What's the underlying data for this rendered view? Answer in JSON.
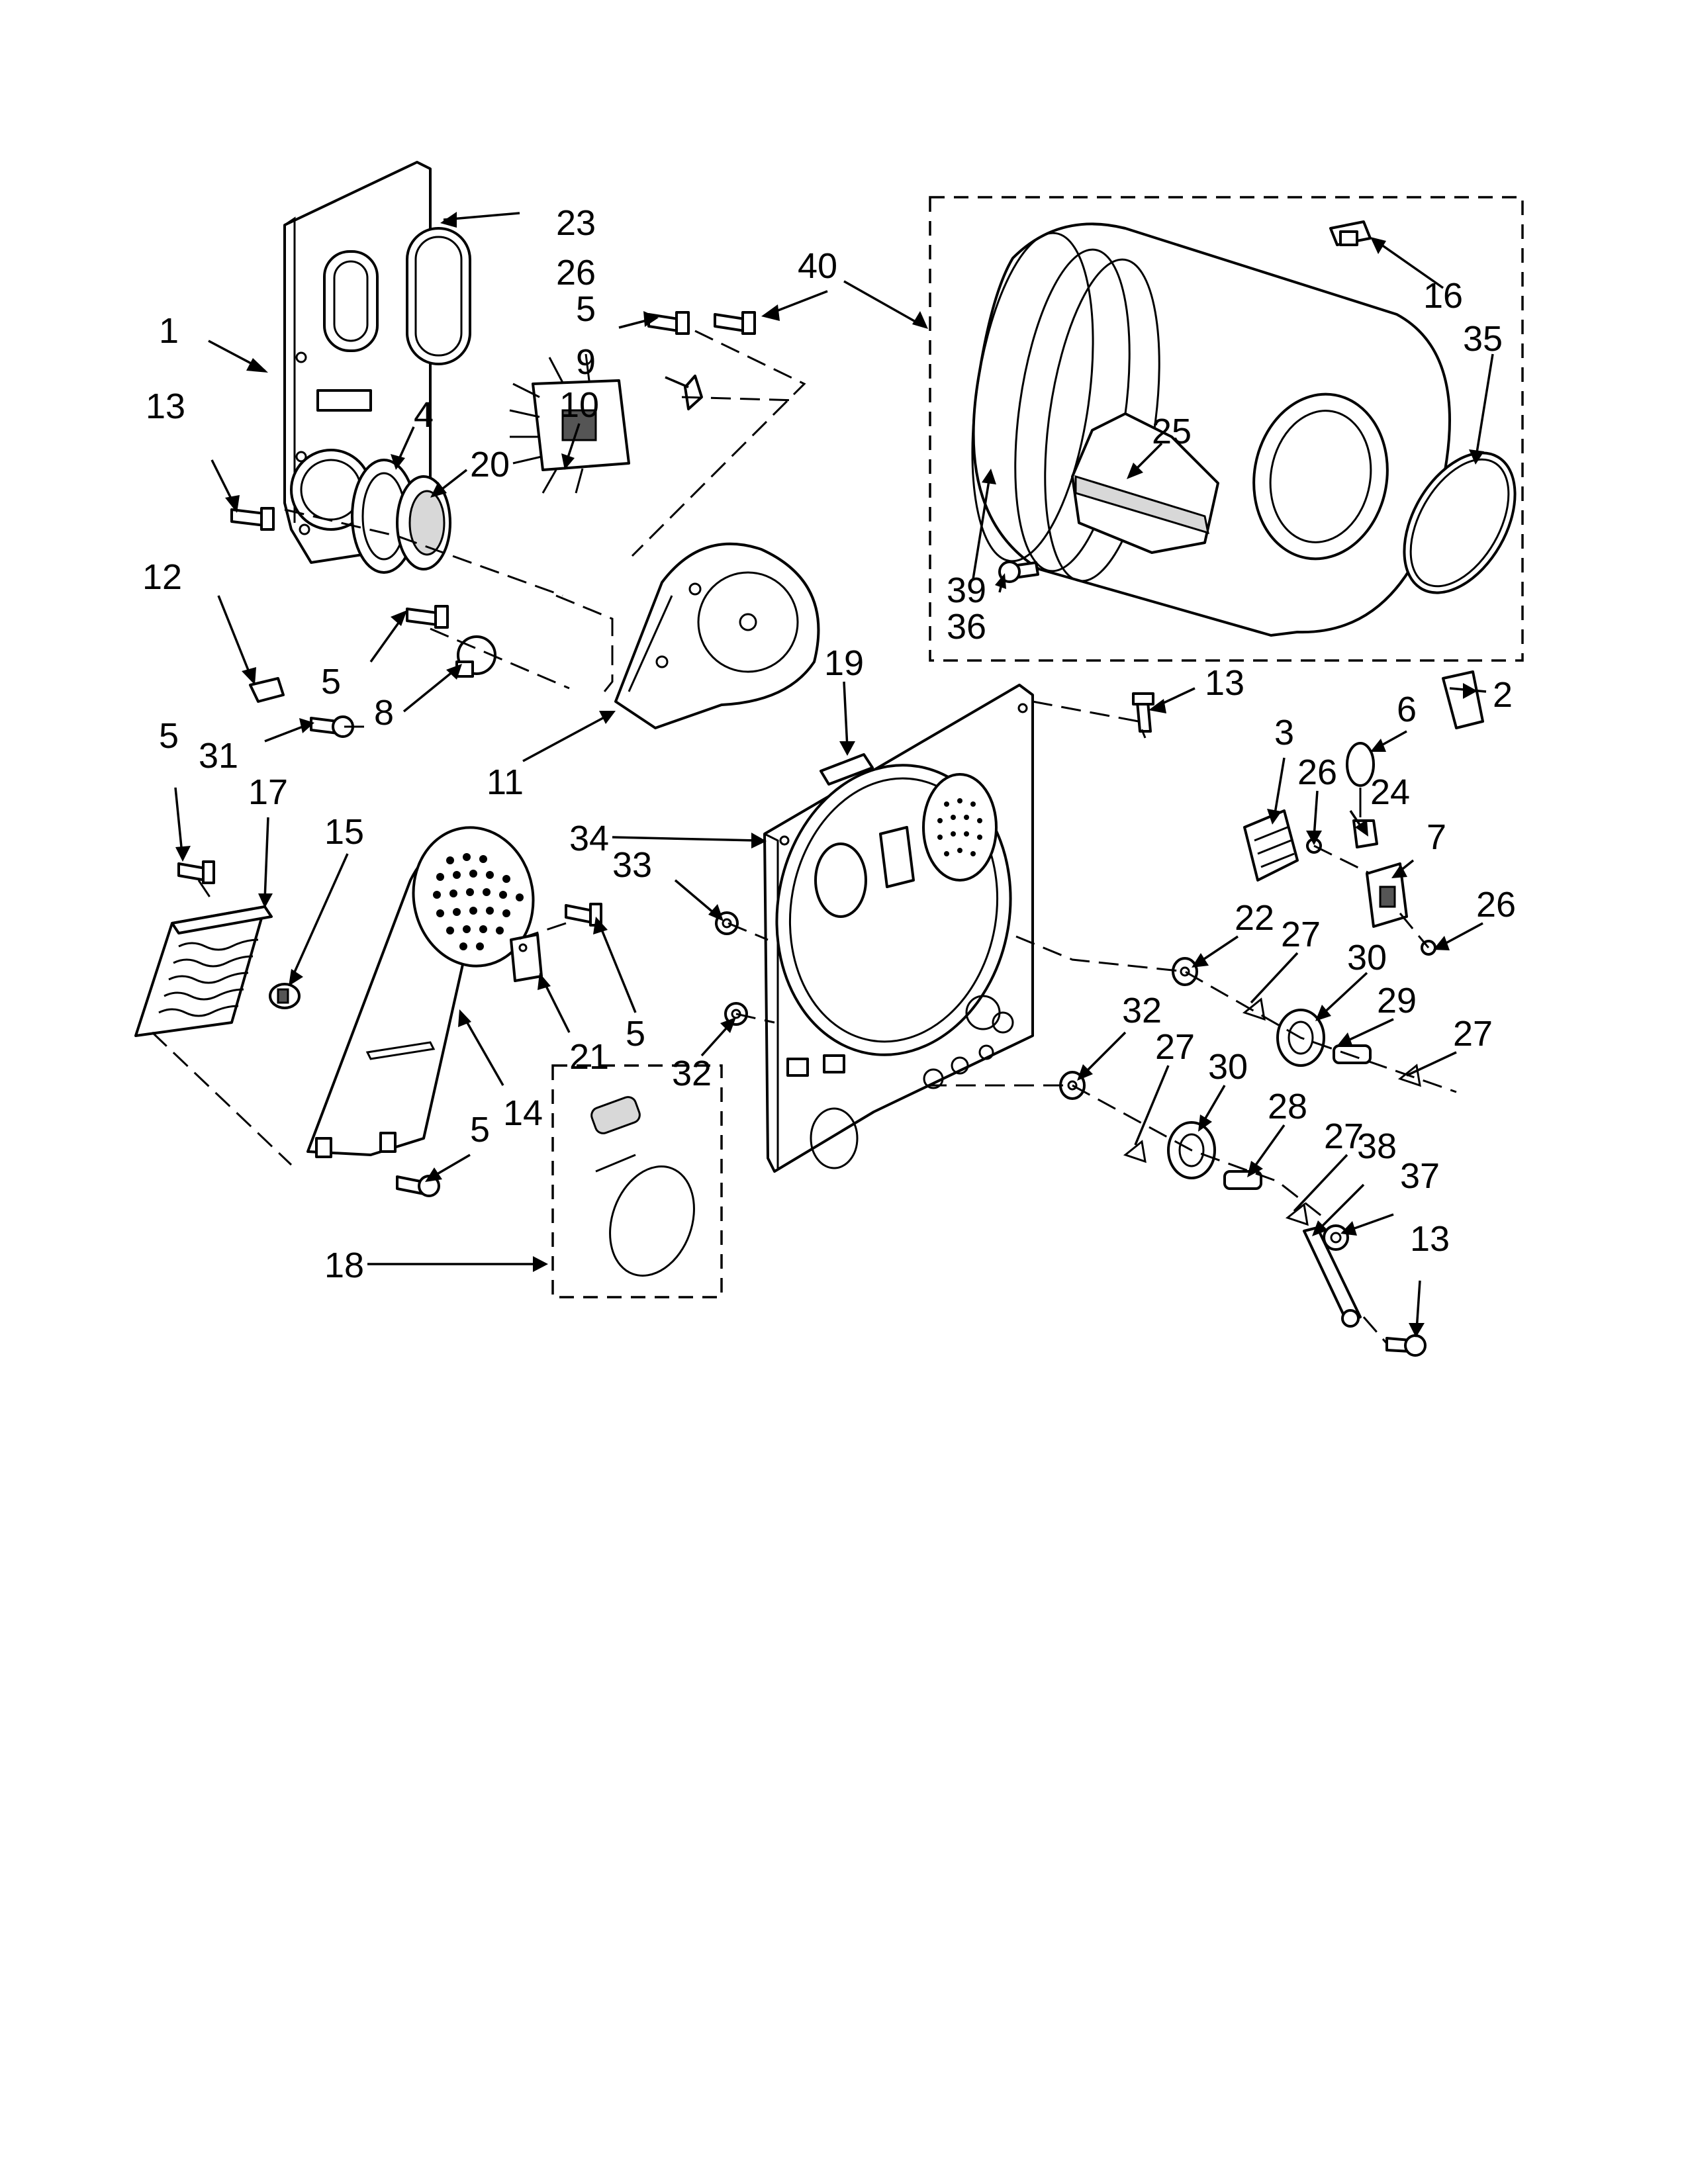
{
  "callouts": [
    {
      "id": "c1",
      "text": "1"
    },
    {
      "id": "c2",
      "text": "2"
    },
    {
      "id": "c3",
      "text": "3"
    },
    {
      "id": "c4",
      "text": "4"
    },
    {
      "id": "c5a",
      "text": "5"
    },
    {
      "id": "c5b",
      "text": "5"
    },
    {
      "id": "c5c",
      "text": "5"
    },
    {
      "id": "c5d",
      "text": "5"
    },
    {
      "id": "c5e",
      "text": "5"
    },
    {
      "id": "c6",
      "text": "6"
    },
    {
      "id": "c7",
      "text": "7"
    },
    {
      "id": "c8",
      "text": "8"
    },
    {
      "id": "c9",
      "text": "9"
    },
    {
      "id": "c10",
      "text": "10"
    },
    {
      "id": "c11",
      "text": "11"
    },
    {
      "id": "c12",
      "text": "12"
    },
    {
      "id": "c13a",
      "text": "13"
    },
    {
      "id": "c13b",
      "text": "13"
    },
    {
      "id": "c13c",
      "text": "13"
    },
    {
      "id": "c14",
      "text": "14"
    },
    {
      "id": "c15",
      "text": "15"
    },
    {
      "id": "c16",
      "text": "16"
    },
    {
      "id": "c17",
      "text": "17"
    },
    {
      "id": "c18",
      "text": "18"
    },
    {
      "id": "c19",
      "text": "19"
    },
    {
      "id": "c20",
      "text": "20"
    },
    {
      "id": "c21",
      "text": "21"
    },
    {
      "id": "c22",
      "text": "22"
    },
    {
      "id": "c23",
      "text": "23"
    },
    {
      "id": "c24",
      "text": "24"
    },
    {
      "id": "c25",
      "text": "25"
    },
    {
      "id": "c26a",
      "text": "26"
    },
    {
      "id": "c26b",
      "text": "26"
    },
    {
      "id": "c26c",
      "text": "26"
    },
    {
      "id": "c27a",
      "text": "27"
    },
    {
      "id": "c27b",
      "text": "27"
    },
    {
      "id": "c27c",
      "text": "27"
    },
    {
      "id": "c27d",
      "text": "27"
    },
    {
      "id": "c28",
      "text": "28"
    },
    {
      "id": "c29",
      "text": "29"
    },
    {
      "id": "c30a",
      "text": "30"
    },
    {
      "id": "c30b",
      "text": "30"
    },
    {
      "id": "c31",
      "text": "31"
    },
    {
      "id": "c32a",
      "text": "32"
    },
    {
      "id": "c32b",
      "text": "32"
    },
    {
      "id": "c33",
      "text": "33"
    },
    {
      "id": "c34",
      "text": "34"
    },
    {
      "id": "c35",
      "text": "35"
    },
    {
      "id": "c36",
      "text": "36"
    },
    {
      "id": "c37",
      "text": "37"
    },
    {
      "id": "c38",
      "text": "38"
    },
    {
      "id": "c39",
      "text": "39"
    },
    {
      "id": "c40",
      "text": "40"
    }
  ]
}
